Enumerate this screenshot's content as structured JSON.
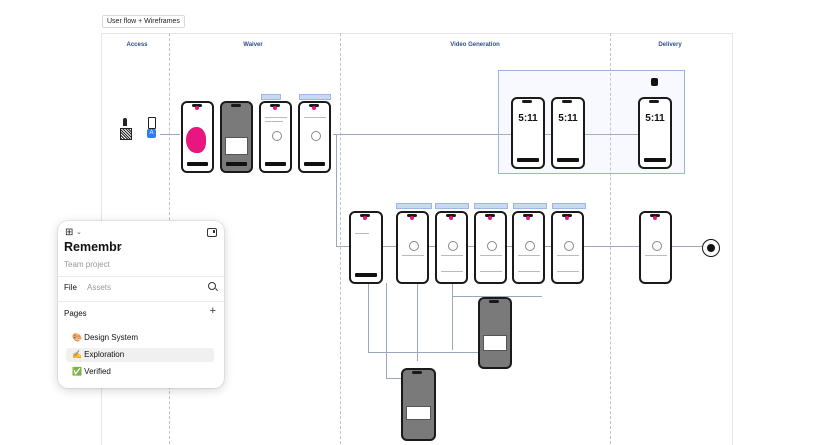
{
  "canvas": {
    "frame_label": "User flow + Wireframes",
    "columns": [
      "Access",
      "Waiver",
      "Video Generation",
      "Delivery"
    ],
    "timer_value": "5:11"
  },
  "panel": {
    "project_title": "Remembr",
    "team": "Team project",
    "tabs": {
      "file": "File",
      "assets": "Assets"
    },
    "pages_label": "Pages",
    "pages": [
      {
        "label": "🎨 Design System",
        "active": false
      },
      {
        "label": "✍️ Exploration",
        "active": true
      },
      {
        "label": "✅ Verified",
        "active": false
      }
    ]
  },
  "icons": {
    "logo": "figma-logo-icon",
    "chevron": "chevron-down-icon",
    "sidebar": "sidebar-toggle-icon",
    "search": "search-icon",
    "add": "plus-icon"
  }
}
